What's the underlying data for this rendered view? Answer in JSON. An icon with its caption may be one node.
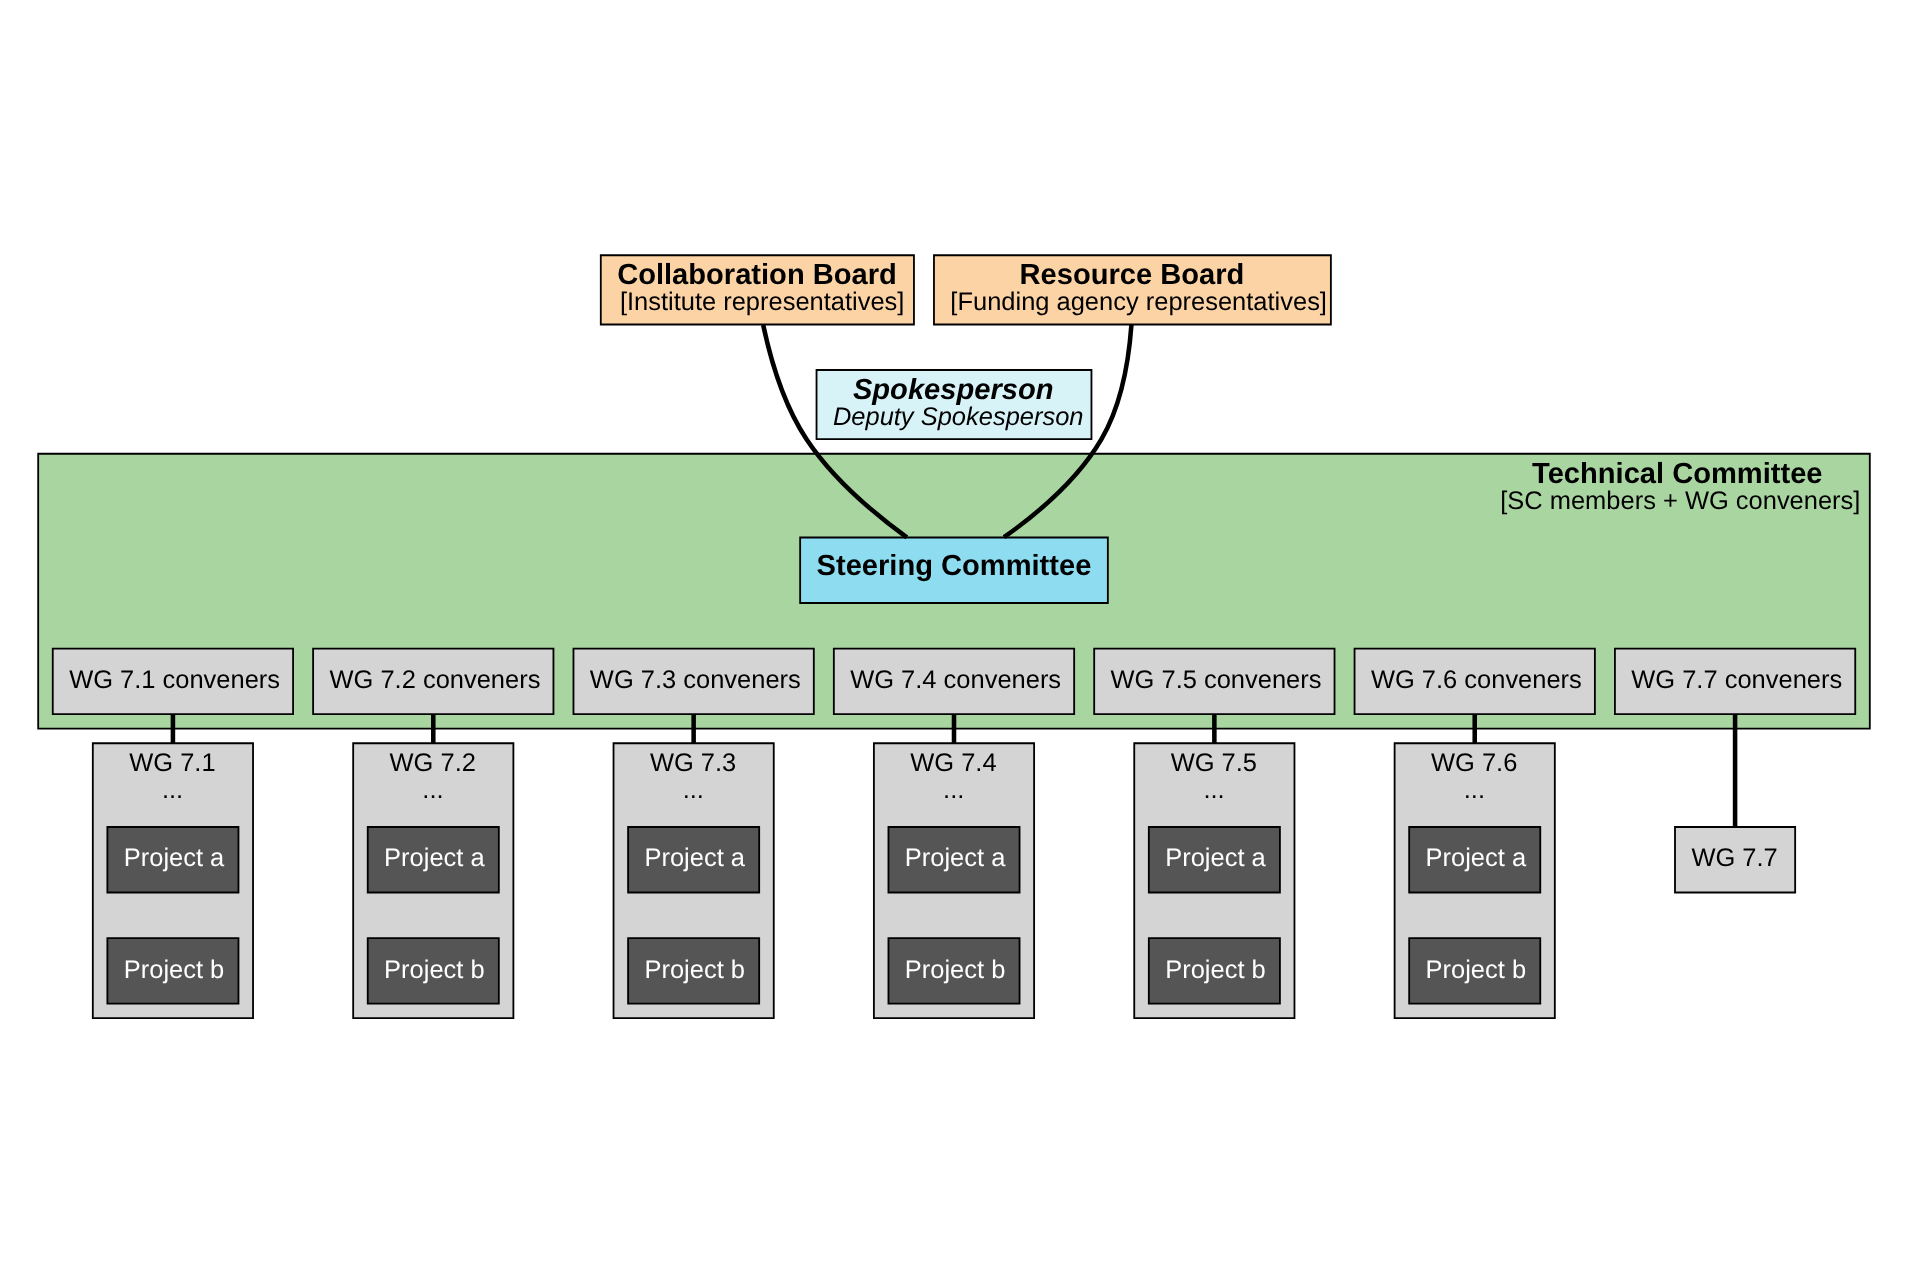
{
  "diagram": {
    "nodes": [
      {
        "text": [
          "Collaboration Board",
          "[Institute representatives]"
        ]
      },
      {
        "text": [
          "Resource Board",
          "[Funding agency representatives]"
        ]
      },
      {
        "text": [
          "Spokesperson",
          "Deputy Spokesperson"
        ]
      },
      {
        "text": [
          "Technical Committee",
          "[SC members + WG conveners]"
        ]
      },
      {
        "text": [
          "Steering Committee"
        ],
        "in": 3
      },
      {
        "text": [
          "WG 7.1 conveners"
        ],
        "in": 3
      },
      {
        "text": [
          "WG 7.2 conveners"
        ],
        "in": 3
      },
      {
        "text": [
          "WG 7.3 conveners"
        ],
        "in": 3
      },
      {
        "text": [
          "WG 7.4 conveners"
        ],
        "in": 3
      },
      {
        "text": [
          "WG 7.5 conveners"
        ],
        "in": 3
      },
      {
        "text": [
          "WG 7.6 conveners"
        ],
        "in": 3
      },
      {
        "text": [
          "WG 7.7 conveners"
        ],
        "in": 3
      },
      {
        "text": [
          "WG 7.1",
          "..."
        ]
      },
      {
        "text": [
          "Project a"
        ],
        "in": 12
      },
      {
        "text": [
          "Project b"
        ],
        "in": 12
      },
      {
        "text": [
          "WG 7.2",
          "..."
        ]
      },
      {
        "text": [
          "Project a"
        ],
        "in": 15
      },
      {
        "text": [
          "Project b"
        ],
        "in": 15
      },
      {
        "text": [
          "WG 7.3",
          "..."
        ]
      },
      {
        "text": [
          "Project a"
        ],
        "in": 18
      },
      {
        "text": [
          "Project b"
        ],
        "in": 18
      },
      {
        "text": [
          "WG 7.4",
          "..."
        ]
      },
      {
        "text": [
          "Project a"
        ],
        "in": 21
      },
      {
        "text": [
          "Project b"
        ],
        "in": 21
      },
      {
        "text": [
          "WG 7.5",
          "..."
        ]
      },
      {
        "text": [
          "Project a"
        ],
        "in": 24
      },
      {
        "text": [
          "Project b"
        ],
        "in": 24
      },
      {
        "text": [
          "WG 7.6",
          "..."
        ]
      },
      {
        "text": [
          "Project a"
        ],
        "in": 27
      },
      {
        "text": [
          "Project b"
        ],
        "in": 27
      },
      {
        "text": [
          "WG 7.7"
        ]
      }
    ],
    "edges": [
      {
        "from": 0,
        "to": 4,
        "arrow": "none"
      },
      {
        "from": 1,
        "to": 4,
        "arrow": "none"
      },
      {
        "from": 5,
        "to": 12,
        "arrow": "none"
      },
      {
        "from": 6,
        "to": 15,
        "arrow": "none"
      },
      {
        "from": 7,
        "to": 18,
        "arrow": "none"
      },
      {
        "from": 8,
        "to": 21,
        "arrow": "none"
      },
      {
        "from": 9,
        "to": 24,
        "arrow": "none"
      },
      {
        "from": 10,
        "to": 27,
        "arrow": "none"
      },
      {
        "from": 11,
        "to": 30,
        "arrow": "none"
      }
    ]
  }
}
